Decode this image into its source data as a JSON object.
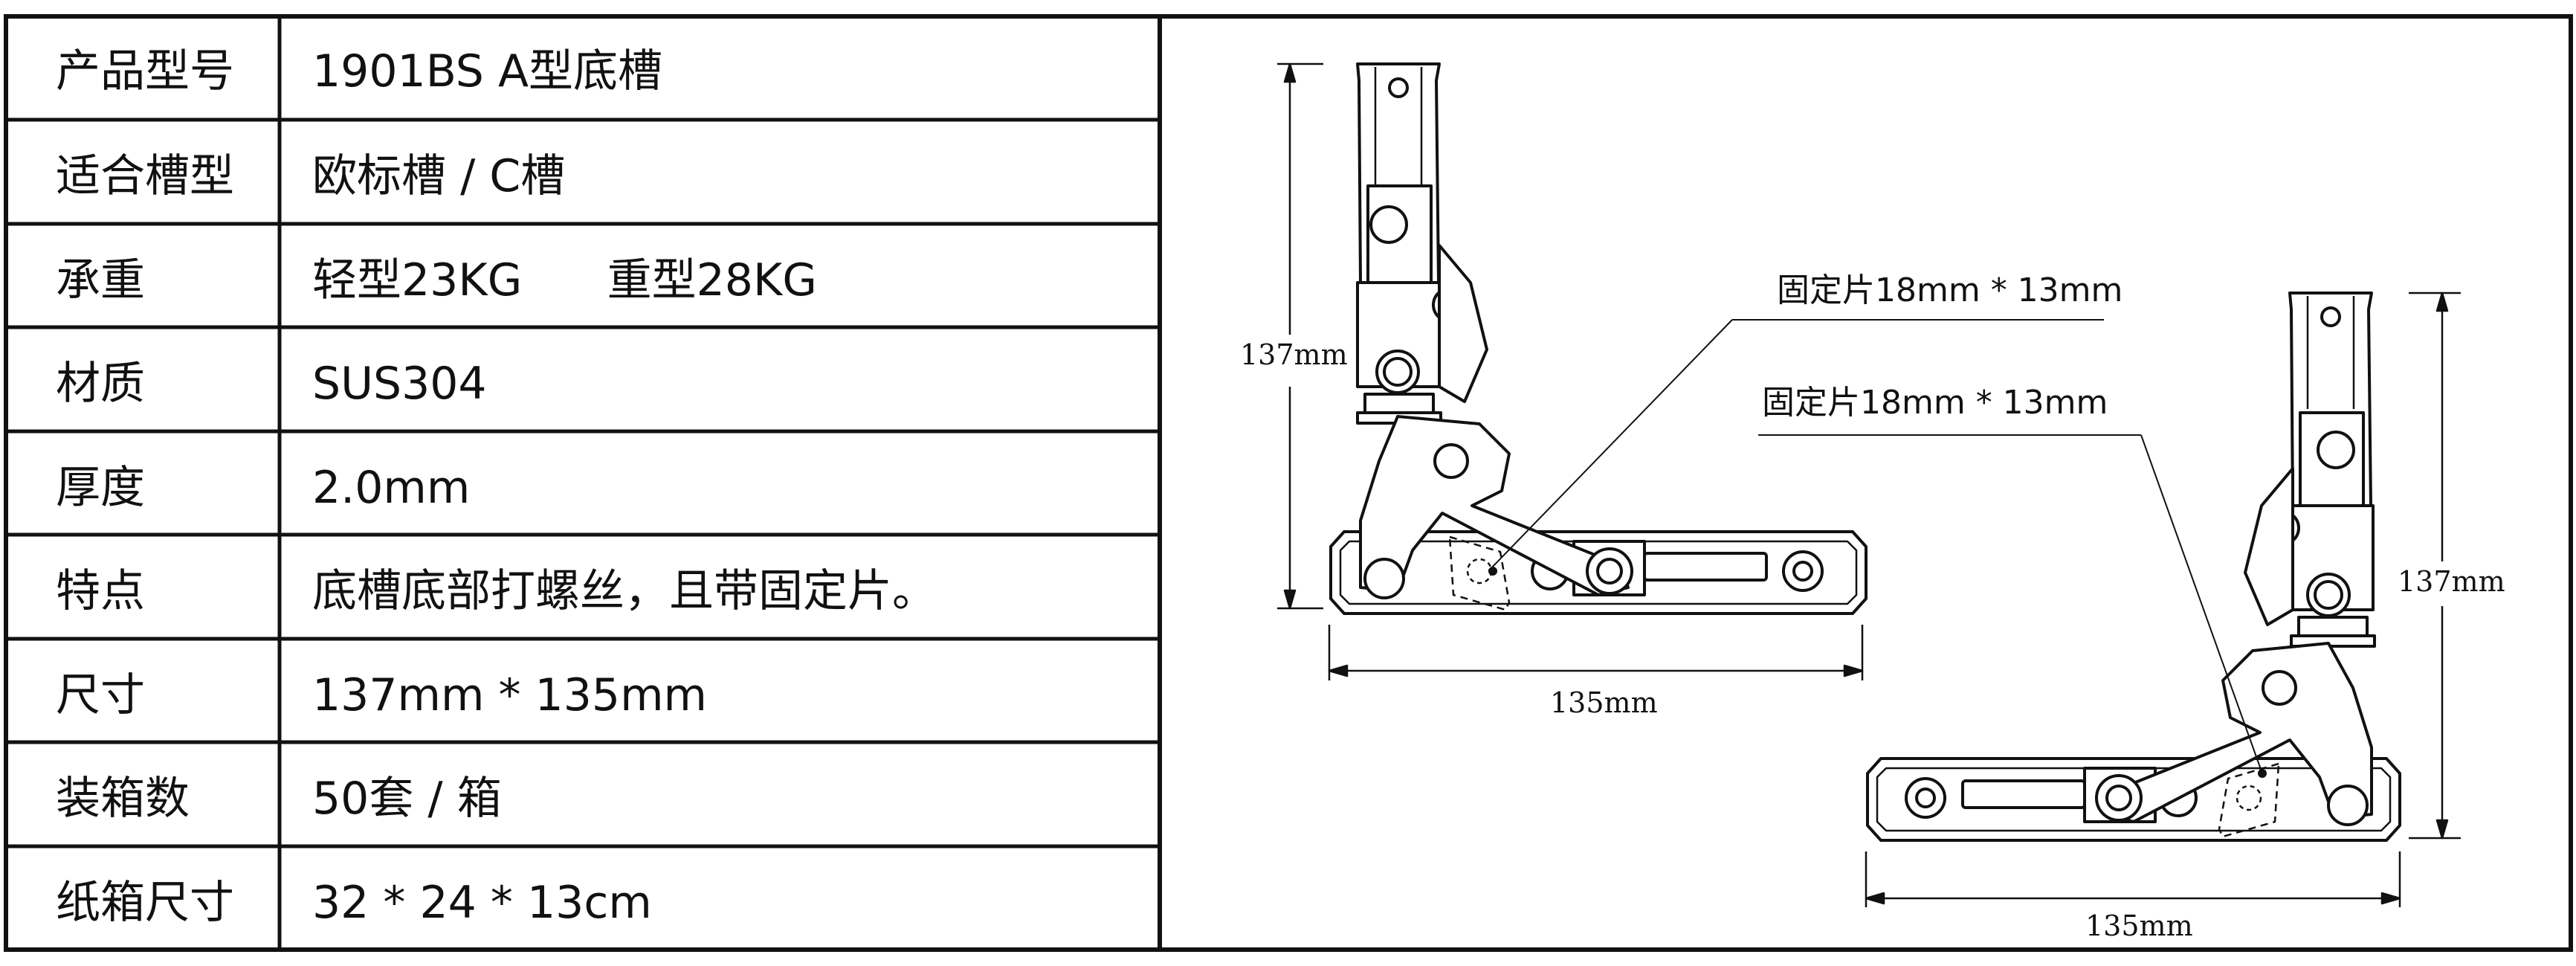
{
  "spec_table": {
    "rows": [
      {
        "label": "产品型号",
        "value": "1901BS A型底槽"
      },
      {
        "label": "适合槽型",
        "value": "欧标槽 / C槽"
      },
      {
        "label": "承重",
        "value": "轻型23KG      重型28KG"
      },
      {
        "label": "材质",
        "value": "SUS304"
      },
      {
        "label": "厚度",
        "value": "2.0mm"
      },
      {
        "label": "特点",
        "value": "底槽底部打螺丝，且带固定片。"
      },
      {
        "label": "尺寸",
        "value": "137mm * 135mm"
      },
      {
        "label": "装箱数",
        "value": "50套 / 箱"
      },
      {
        "label": "纸箱尺寸",
        "value": "32 * 24 * 13cm"
      }
    ]
  },
  "drawing": {
    "left_view": {
      "height_label": "137mm",
      "width_label": "135mm",
      "callout": "固定片18mm * 13mm"
    },
    "right_view": {
      "height_label": "137mm",
      "width_label": "135mm",
      "callout": "固定片18mm * 13mm"
    }
  }
}
